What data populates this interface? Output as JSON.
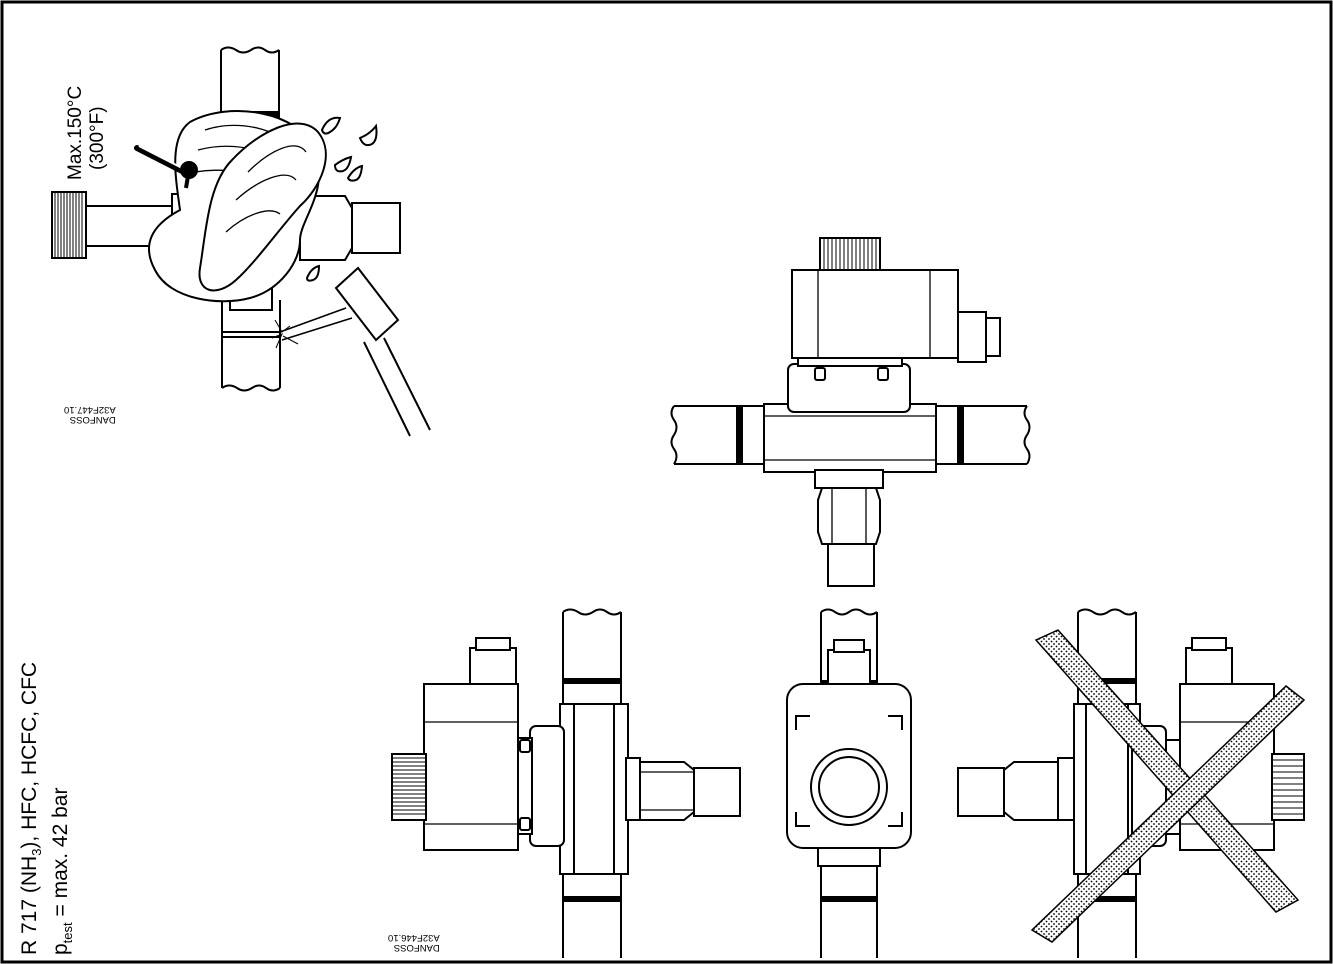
{
  "temperature_label": {
    "line1": "Max.150°C",
    "line2": "(300°F)"
  },
  "refrigerants": {
    "prefix": "R 717 (NH",
    "sub": "3",
    "suffix": "), HFC, HCFC, CFC"
  },
  "test_pressure": {
    "symbol": "p",
    "sub": "test",
    "value": " = max. 42 bar"
  },
  "drawing_codes": [
    {
      "brand": "DANFOSS",
      "code": "A32F447.10"
    },
    {
      "brand": "DANFOSS",
      "code": "A32F446.10"
    }
  ]
}
